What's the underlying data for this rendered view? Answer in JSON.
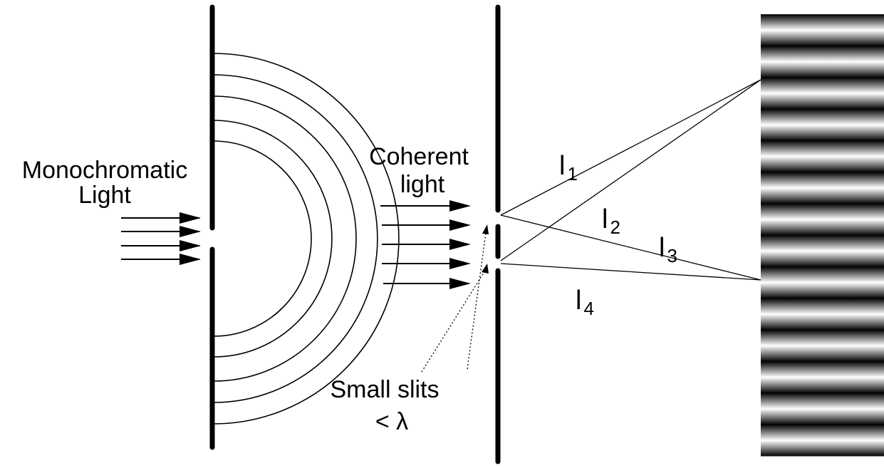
{
  "labels": {
    "source_line1": "Monochromatic",
    "source_line2": "Light",
    "coherent_line1": "Coherent",
    "coherent_line2": "light",
    "slits_line1": "Small slits",
    "slits_line2": "< λ"
  },
  "path_labels": [
    {
      "letter": "l",
      "sub": "1"
    },
    {
      "letter": "l",
      "sub": "2"
    },
    {
      "letter": "l",
      "sub": "3"
    },
    {
      "letter": "l",
      "sub": "4"
    }
  ],
  "colors": {
    "ink": "#000000",
    "background": "#ffffff",
    "fringe_dark": "#000000",
    "fringe_light": "#ffffff"
  },
  "fringe_count": 14
}
